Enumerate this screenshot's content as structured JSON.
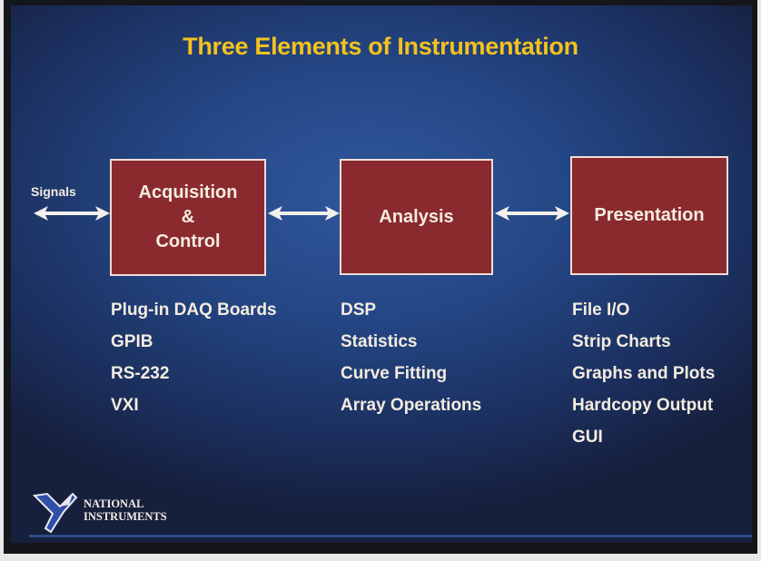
{
  "title": "Three Elements of Instrumentation",
  "signals_label": "Signals",
  "blocks": [
    {
      "lines": [
        "Acquisition",
        "&",
        "Control"
      ],
      "items": [
        "Plug-in DAQ Boards",
        "GPIB",
        "RS-232",
        "VXI"
      ]
    },
    {
      "lines": [
        "Analysis"
      ],
      "items": [
        "DSP",
        "Statistics",
        "Curve Fitting",
        "Array Operations"
      ]
    },
    {
      "lines": [
        "Presentation"
      ],
      "items": [
        "File I/O",
        "Strip Charts",
        "Graphs and Plots",
        "Hardcopy Output",
        "GUI"
      ]
    }
  ],
  "logo": {
    "line1": "NATIONAL",
    "line2": "INSTRUMENTS"
  },
  "colors": {
    "title": "#f2c21e",
    "box": "#8a2a2f",
    "background": "#244684",
    "text": "#f4ece0"
  }
}
